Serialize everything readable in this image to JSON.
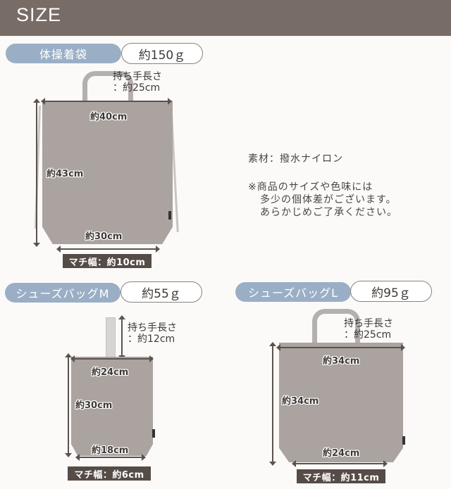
{
  "header": {
    "title": "SIZE"
  },
  "colors": {
    "header_bg": "#786c66",
    "label_pill": "#9aafc6",
    "bag_fabric": "#aba39f",
    "gusset_bg": "#564c47"
  },
  "products": [
    {
      "name": "体操着袋",
      "weight": "約150ｇ",
      "handle_label": "持ち手長さ",
      "handle_length": "：約25cm",
      "width_top": "約40cm",
      "height": "約43cm",
      "width_bottom": "約30cm",
      "gusset": "マチ幅：約10cm"
    },
    {
      "name": "シューズバッグM",
      "weight": "約55ｇ",
      "handle_label": "持ち手長さ",
      "handle_length": "：約12cm",
      "width_top": "約24cm",
      "height": "約30cm",
      "width_bottom": "約18cm",
      "gusset": "マチ幅：約6cm"
    },
    {
      "name": "シューズバッグL",
      "weight": "約95ｇ",
      "handle_label": "持ち手長さ",
      "handle_length": "：約25cm",
      "width_top": "約34cm",
      "height": "約34cm",
      "width_bottom": "約24cm",
      "gusset": "マチ幅：約11cm"
    }
  ],
  "notes": {
    "material": "素材：撥水ナイロン",
    "disclaimer_1": "※商品のサイズや色味には",
    "disclaimer_2": "多少の個体差がございます。",
    "disclaimer_3": "あらかじめご了承ください。"
  }
}
